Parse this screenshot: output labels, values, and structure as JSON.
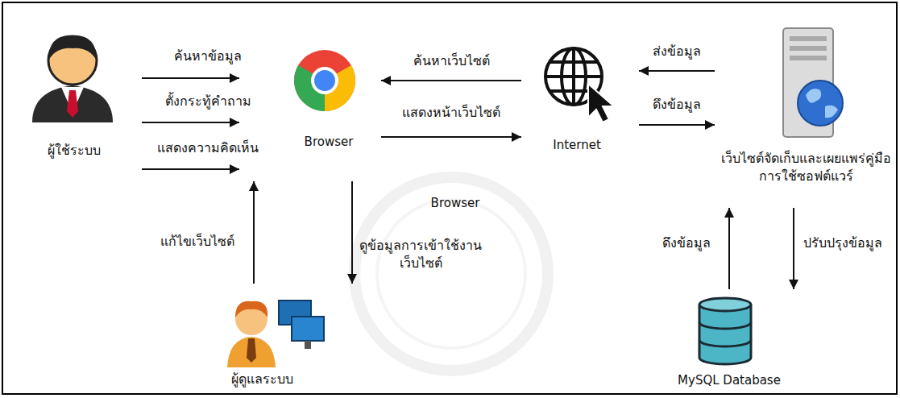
{
  "diagram": {
    "nodes": [
      {
        "text": [
          "ผู้ใช้ระบบ"
        ]
      },
      {
        "text": [
          "Browser"
        ]
      },
      {
        "text": [
          "Internet"
        ]
      },
      {
        "text": [
          "เว็บไซต์จัดเก็บและเผยแพร่คู่มือการใช้ซอฟต์แวร์"
        ]
      },
      {
        "text": [
          "ผู้ดูแลระบบ"
        ]
      },
      {
        "text": [
          "MySQL Database"
        ]
      }
    ],
    "edges": [
      {
        "from": 0,
        "to": 1,
        "label": "ค้นหาข้อมูล",
        "arrow": "to"
      },
      {
        "from": 0,
        "to": 1,
        "label": "ตั้งกระทู้คำถาม",
        "arrow": "to"
      },
      {
        "from": 0,
        "to": 1,
        "label": "แสดงความคิดเห็น",
        "arrow": "to"
      },
      {
        "from": 2,
        "to": 1,
        "label": "ค้นหาเว็บไซต์",
        "arrow": "to"
      },
      {
        "from": 1,
        "to": 2,
        "label": "แสดงหน้าเว็บไซต์",
        "arrow": "to"
      },
      {
        "from": 3,
        "to": 2,
        "label": "ส่งข้อมูล",
        "arrow": "to"
      },
      {
        "from": 2,
        "to": 3,
        "label": "ดึงข้อมูล",
        "arrow": "to"
      },
      {
        "from": 4,
        "to": 1,
        "label": "แก้ไขเว็บไซต์",
        "arrow": "to"
      },
      {
        "from": 1,
        "to": 4,
        "label": "ดูข้อมูลการเข้าใช้งาน เว็บไซต์",
        "arrow": "to"
      },
      {
        "from": 5,
        "to": 3,
        "label": "ดึงข้อมูล",
        "arrow": "to"
      },
      {
        "from": 3,
        "to": 5,
        "label": "ปรับปรุงข้อมูล",
        "arrow": "to"
      }
    ],
    "labels": [
      "Browser"
    ]
  }
}
